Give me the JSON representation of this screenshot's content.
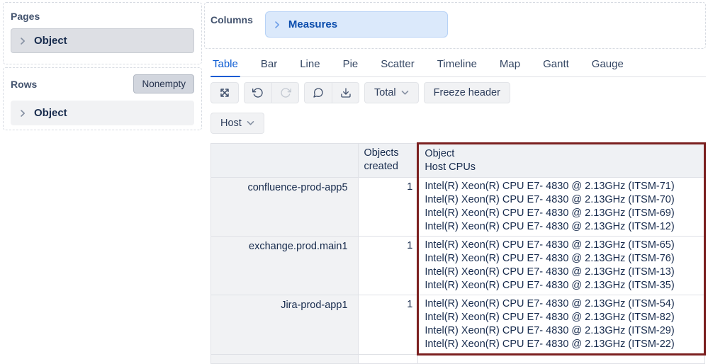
{
  "colors": {
    "highlight_border": "#7b2020",
    "active_tab": "#0b5bd3",
    "measures_bg": "#dbe9fb",
    "measures_text": "#0b4dad",
    "navy_text": "#172b4d"
  },
  "pages_panel": {
    "title": "Pages",
    "item": {
      "label": "Object"
    }
  },
  "rows_panel": {
    "title": "Rows",
    "nonempty_label": "Nonempty",
    "item": {
      "label": "Object"
    }
  },
  "columns_panel": {
    "title": "Columns",
    "item": {
      "label": "Measures"
    }
  },
  "tabs": {
    "active": "Table",
    "items": [
      "Table",
      "Bar",
      "Line",
      "Pie",
      "Scatter",
      "Timeline",
      "Map",
      "Gantt",
      "Gauge"
    ]
  },
  "toolbar": {
    "icons": [
      "swap-axes-icon",
      "undo-icon",
      "redo-icon",
      "comment-icon",
      "download-icon"
    ],
    "total_label": "Total",
    "freeze_header_label": "Freeze header"
  },
  "row_dimension": {
    "label": "Host"
  },
  "table": {
    "headers": {
      "row_dimension": "",
      "measure": "Objects created",
      "cpu_line1": "Object",
      "cpu_line2": "Host CPUs"
    },
    "rows": [
      {
        "host": "confluence-prod-app5",
        "objects_created": "1",
        "cpus": [
          "Intel(R) Xeon(R) CPU E7- 4830 @ 2.13GHz (ITSM-71)",
          "Intel(R) Xeon(R) CPU E7- 4830 @ 2.13GHz (ITSM-70)",
          "Intel(R) Xeon(R) CPU E7- 4830 @ 2.13GHz (ITSM-69)",
          "Intel(R) Xeon(R) CPU E7- 4830 @ 2.13GHz (ITSM-12)"
        ]
      },
      {
        "host": "exchange.prod.main1",
        "objects_created": "1",
        "cpus": [
          "Intel(R) Xeon(R) CPU E7- 4830 @ 2.13GHz (ITSM-65)",
          "Intel(R) Xeon(R) CPU E7- 4830 @ 2.13GHz (ITSM-76)",
          "Intel(R) Xeon(R) CPU E7- 4830 @ 2.13GHz (ITSM-13)",
          "Intel(R) Xeon(R) CPU E7- 4830 @ 2.13GHz (ITSM-35)"
        ]
      },
      {
        "host": "Jira-prod-app1",
        "objects_created": "1",
        "cpus": [
          "Intel(R) Xeon(R) CPU E7- 4830 @ 2.13GHz (ITSM-54)",
          "Intel(R) Xeon(R) CPU E7- 4830 @ 2.13GHz (ITSM-82)",
          "Intel(R) Xeon(R) CPU E7- 4830 @ 2.13GHz (ITSM-29)",
          "Intel(R) Xeon(R) CPU E7- 4830 @ 2.13GHz (ITSM-22)"
        ]
      }
    ]
  }
}
